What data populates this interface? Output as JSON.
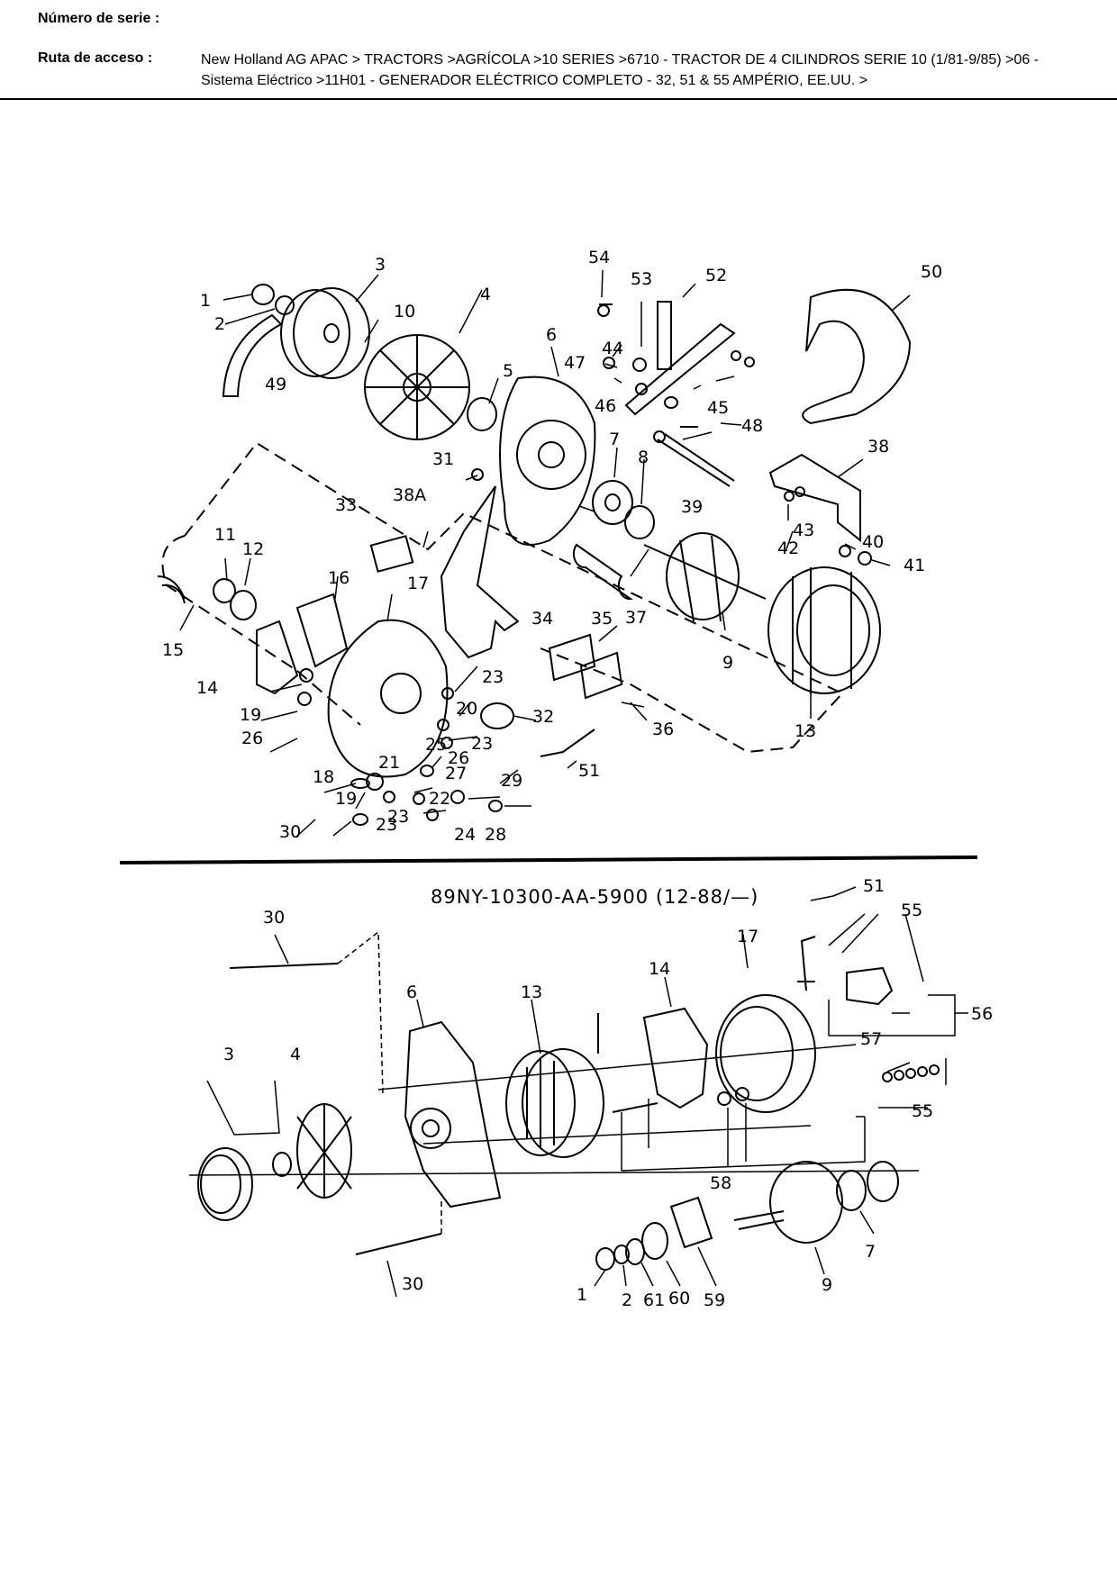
{
  "header": {
    "serial_label": "Número de serie :",
    "serial_value": "",
    "path_label": "Ruta de acceso :",
    "path_line1": "New Holland AG APAC > TRACTORS >AGRÍCOLA >10 SERIES >6710 - TRACTOR DE 4 CILINDROS SERIE 10  (1/81-9/85) >06 -",
    "path_line2": "Sistema Eléctrico >11H01 - GENERADOR ELÉCTRICO COMPLETO - 32, 51 & 55 AMPÉRIO, EE.UU. >"
  },
  "diagram": {
    "drawing_code": "89NY-10300-AA-5900 (12-88/—)",
    "upper_callouts": [
      "1",
      "2",
      "3",
      "4",
      "5",
      "6",
      "7",
      "8",
      "9",
      "10",
      "11",
      "12",
      "13",
      "14",
      "15",
      "16",
      "17",
      "18",
      "19",
      "19",
      "20",
      "21",
      "22",
      "23",
      "23",
      "23",
      "23",
      "24",
      "25",
      "26",
      "26",
      "27",
      "28",
      "29",
      "30",
      "31",
      "32",
      "33",
      "34",
      "35",
      "36",
      "37",
      "38",
      "38A",
      "39",
      "40",
      "41",
      "42",
      "43",
      "44",
      "45",
      "46",
      "47",
      "48",
      "49",
      "50",
      "51",
      "52",
      "53",
      "54"
    ],
    "lower_callouts": [
      "30",
      "30",
      "3",
      "4",
      "6",
      "13",
      "14",
      "17",
      "51",
      "55",
      "55",
      "56",
      "57",
      "58",
      "7",
      "9",
      "1",
      "2",
      "61",
      "60",
      "59"
    ]
  }
}
